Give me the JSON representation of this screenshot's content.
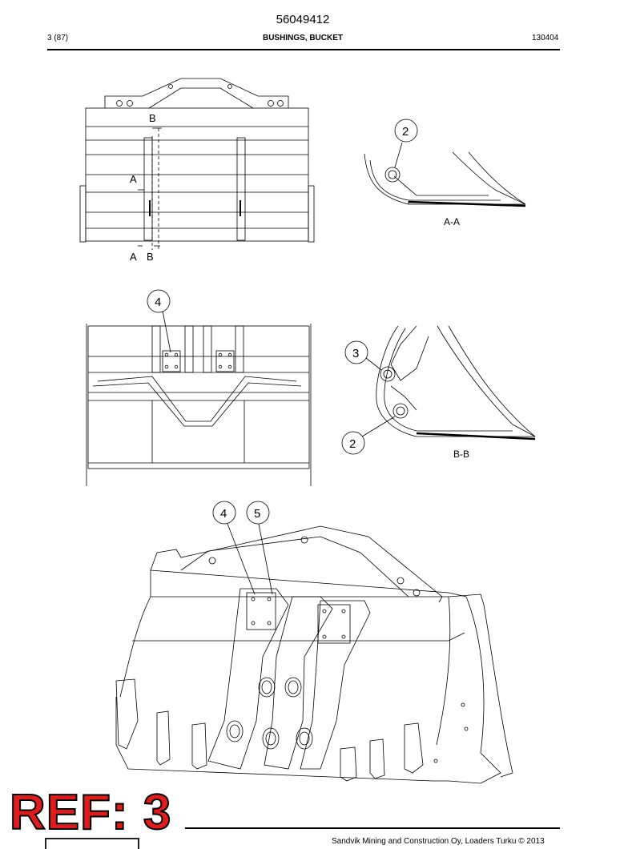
{
  "header": {
    "page_number": "56049412",
    "page_ref": "3 (87)",
    "title": "BUSHINGS, BUCKET",
    "code": "130404"
  },
  "drawing": {
    "section_labels": {
      "a": "A",
      "b": "B",
      "aa": "A-A",
      "bb": "B-B"
    },
    "callouts": [
      "2",
      "4",
      "3",
      "2",
      "4",
      "5"
    ]
  },
  "footer": {
    "copyright": "Sandvik Mining and Construction Oy, Loaders Turku © 2013",
    "stamp": "REF: 3"
  }
}
